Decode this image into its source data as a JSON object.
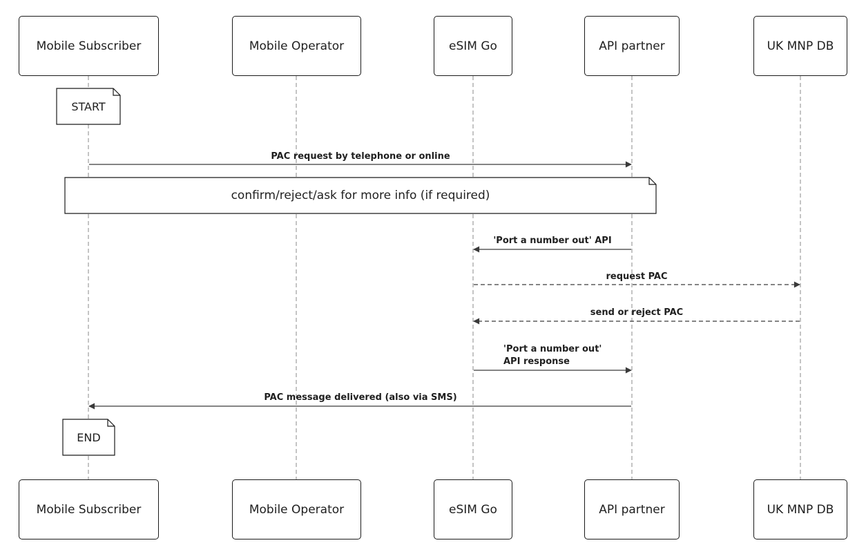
{
  "participants": [
    {
      "id": "subscriber",
      "label": "Mobile Subscriber"
    },
    {
      "id": "operator",
      "label": "Mobile Operator"
    },
    {
      "id": "esimgo",
      "label": "eSIM Go"
    },
    {
      "id": "apipartner",
      "label": "API partner"
    },
    {
      "id": "ukmnp",
      "label": "UK MNP DB"
    }
  ],
  "notes": {
    "start": "START",
    "confirm": "confirm/reject/ask for more info (if required)",
    "end": "END"
  },
  "messages": [
    {
      "from": "subscriber",
      "to": "apipartner",
      "style": "solid",
      "label": "PAC request by telephone or online"
    },
    {
      "from": "apipartner",
      "to": "esimgo",
      "style": "solid",
      "label": "'Port a number out' API"
    },
    {
      "from": "esimgo",
      "to": "ukmnp",
      "style": "dashed",
      "label": "request PAC"
    },
    {
      "from": "ukmnp",
      "to": "esimgo",
      "style": "dashed",
      "label": "send or reject PAC"
    },
    {
      "from": "esimgo",
      "to": "apipartner",
      "style": "solid",
      "label": "'Port a number out'",
      "label2": "API response"
    },
    {
      "from": "apipartner",
      "to": "subscriber",
      "style": "solid",
      "label": "PAC message delivered (also via SMS)"
    }
  ],
  "colors": {
    "line": "#3a3a3a",
    "box": "#1a1a1a",
    "lifeline": "#8a8a8a"
  }
}
